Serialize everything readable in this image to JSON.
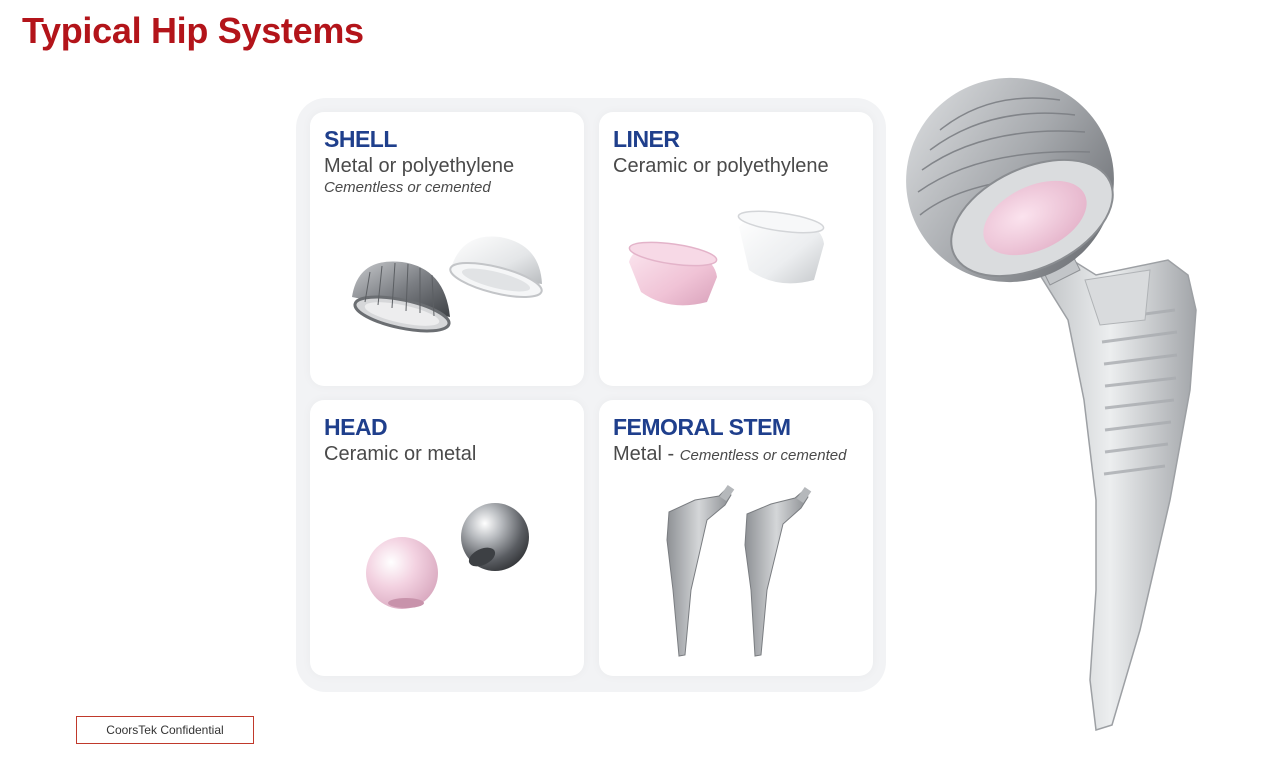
{
  "title": "Typical Hip Systems",
  "cards": {
    "shell": {
      "heading": "SHELL",
      "line1": "Metal or polyethylene",
      "line2": "Cementless or cemented"
    },
    "liner": {
      "heading": "LINER",
      "line1": "Ceramic or polyethylene"
    },
    "head": {
      "heading": "HEAD",
      "line1": "Ceramic or metal"
    },
    "stem": {
      "heading": "FEMORAL STEM",
      "line1": "Metal - ",
      "line1_italic": "Cementless or cemented"
    }
  },
  "footer": {
    "confidential": "CoorsTek Confidential"
  },
  "colors": {
    "title": "#b3141a",
    "heading": "#1f3f8c",
    "ceramic_pink": "#f2c9dc",
    "metal": "#9a9ca0"
  }
}
